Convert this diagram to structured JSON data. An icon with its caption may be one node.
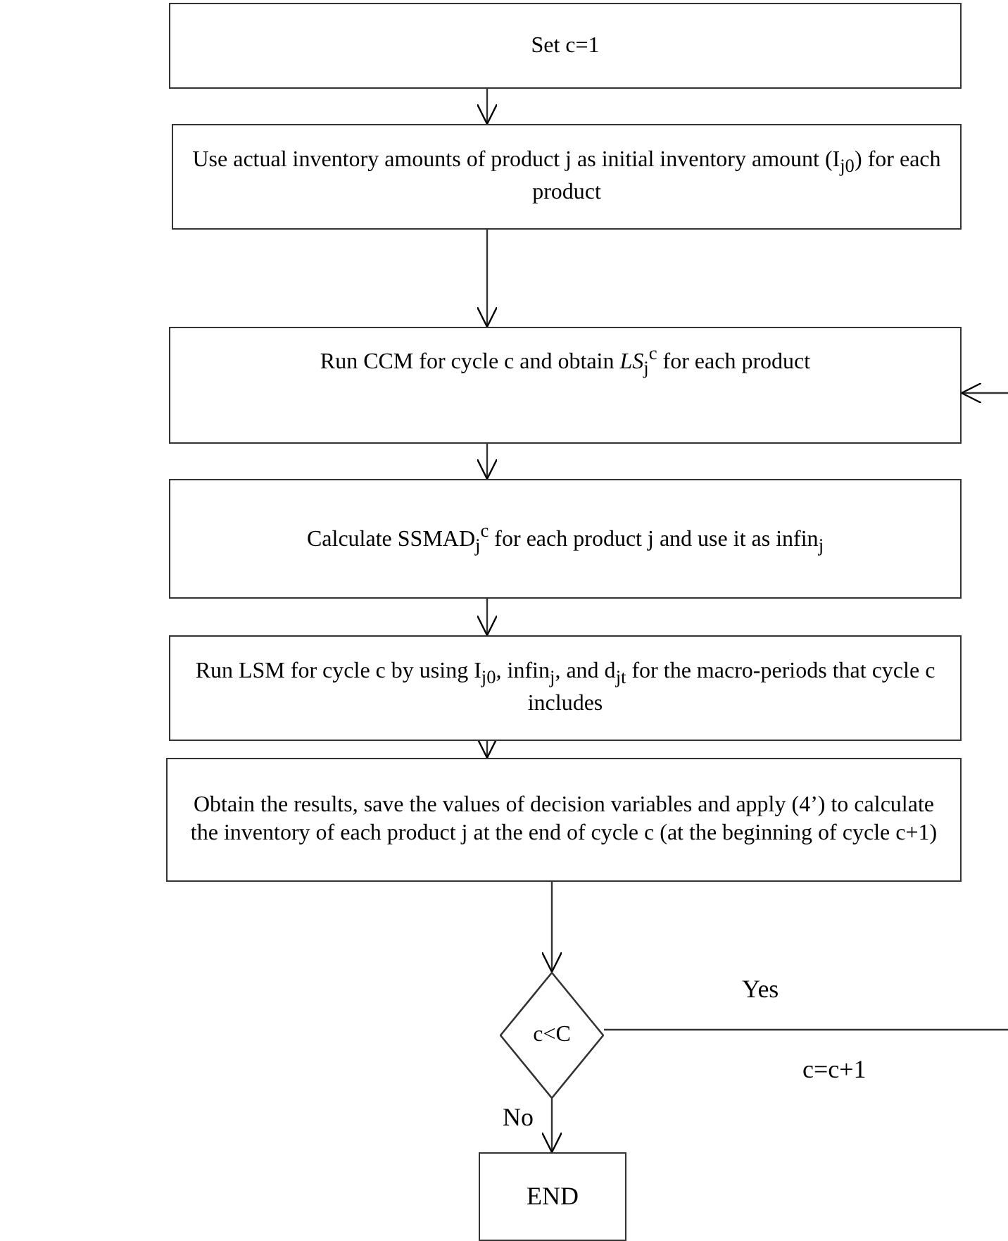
{
  "diagram": {
    "nodes": [
      {
        "text": [
          "Set c=1"
        ]
      },
      {
        "text": [
          "Use actual inventory amounts of product j as initial inventory amount (I$_{j0}$) for each product"
        ]
      },
      {
        "text": [
          "Run CCM for cycle c and obtain *LS*$_{j}$$^{c}$ for each product"
        ]
      },
      {
        "text": [
          "Calculate SSMAD$_{j}$$^{c}$ for each product j and use it as infin$_{j}$"
        ]
      },
      {
        "text": [
          "Run LSM for cycle c by using I$_{j0}$, infin$_{j}$, and d$_{jt}$ for the macro-periods that cycle c includes"
        ]
      },
      {
        "text": [
          "Obtain the results, save the values of decision variables and apply (4’) to calculate the inventory of each product j at the end of cycle c (at the beginning of cycle c+1)"
        ]
      },
      {
        "text": [
          "c<C"
        ]
      },
      {
        "text": [
          "END"
        ]
      }
    ],
    "edges": [
      {
        "from": 0,
        "to": 1,
        "arrow": "to"
      },
      {
        "from": 1,
        "to": 2,
        "arrow": "to"
      },
      {
        "from": 2,
        "to": 3,
        "arrow": "to"
      },
      {
        "from": 3,
        "to": 4,
        "arrow": "to"
      },
      {
        "from": 4,
        "to": 5,
        "arrow": "to"
      },
      {
        "from": 5,
        "to": 6,
        "arrow": "to"
      },
      {
        "from": 6,
        "to": 7,
        "arrow": "to",
        "label": "No"
      },
      {
        "from": 6,
        "to": null,
        "arrow": "none",
        "label": "Yes"
      },
      {
        "from": null,
        "to": 2,
        "arrow": "to"
      }
    ],
    "labels": [
      "c=c+1"
    ]
  }
}
